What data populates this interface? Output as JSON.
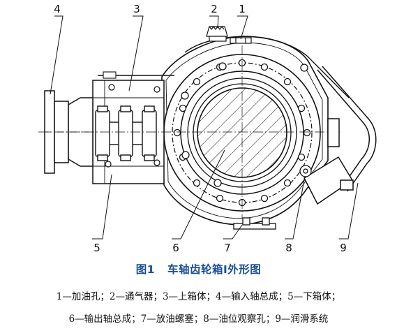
{
  "figure": {
    "callouts": [
      "4",
      "3",
      "2",
      "1",
      "5",
      "6",
      "7",
      "8",
      "9"
    ]
  },
  "caption": {
    "number": "图1",
    "title": "车轴齿轮箱Ⅰ外形图"
  },
  "legend": {
    "line1": "1—加油孔；2—通气器；3—上箱体；4—输入轴总成；5—下箱体；",
    "line2": "6—输出轴总成；7—放油螺塞；8—油位观察孔；9—润滑系统"
  }
}
